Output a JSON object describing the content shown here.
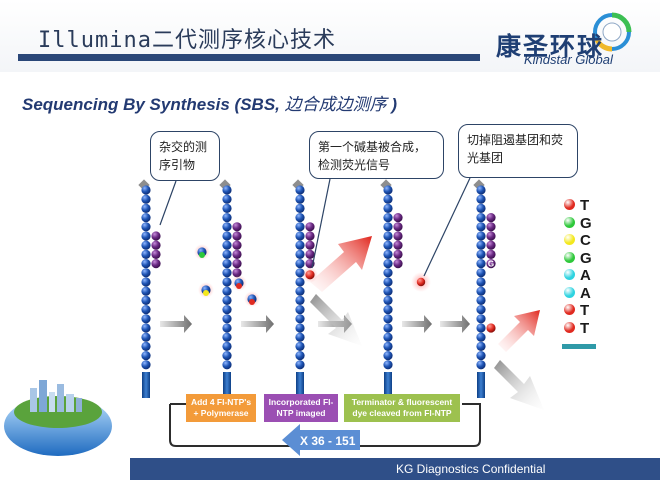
{
  "header": {
    "title": "Illumina二代测序核心技术",
    "logo_cn": "康圣环球",
    "logo_en": "Kindstar Global"
  },
  "subtitle": {
    "en": "Sequencing By Synthesis (SBS, ",
    "cn": "边合成边测序",
    "end": " )"
  },
  "callouts": {
    "hybridize": "杂交的测序引物",
    "incorporate": "第一个碱基被合成，检测荧光信号",
    "cleave": "切掉阻遏基团和荧光基团"
  },
  "cycle_steps": {
    "step1": "Add 4 Fl-NTP's + Polymerase",
    "step2": "Incorporated Fl-NTP imaged",
    "step3": "Terminator & fluorescent dye cleaved from Fl-NTP",
    "repeat": "X 36 - 151"
  },
  "read_sequence": [
    "T",
    "G",
    "C",
    "G",
    "A",
    "A",
    "T",
    "T"
  ],
  "strand_bases": [
    "G",
    "C",
    "G",
    "A",
    "A",
    "T",
    "T"
  ],
  "colors": {
    "T": "#e02a20",
    "G": "#2ec83a",
    "C": "#f3e81d",
    "A": "#2ed3e0",
    "bead": "#1f55b5",
    "primer": "#6b2a84",
    "brand": "#1f3f74",
    "step1": "#f39b3a",
    "step2": "#9b4fb3",
    "step3": "#9dc14f",
    "loop_arrow": "#5b8ed4"
  },
  "footer": {
    "text": "KG Diagnostics Confidential"
  }
}
